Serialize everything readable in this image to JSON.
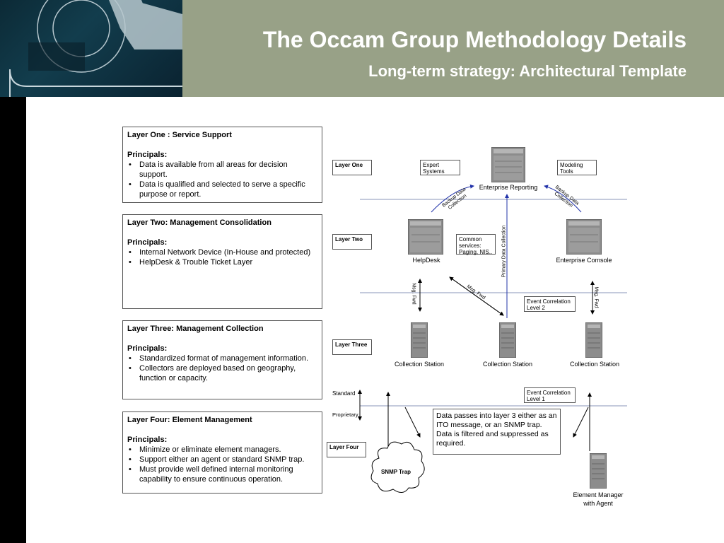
{
  "header": {
    "title": "The Occam Group Methodology Details",
    "subtitle": "Long-term strategy: Architectural Template"
  },
  "layers": [
    {
      "title": "Layer One : Service Support",
      "principals": "Principals:",
      "bullets": [
        "Data is available from all areas for decision support.",
        "Data is qualified and selected to serve a specific purpose or report."
      ]
    },
    {
      "title": "Layer Two:  Management Consolidation",
      "principals": "Principals:",
      "bullets": [
        "Internal Network Device (In-House and protected)",
        "HelpDesk & Trouble Ticket Layer"
      ]
    },
    {
      "title": "Layer Three:  Management Collection",
      "principals": "Principals:",
      "bullets": [
        "Standardized format of management information.",
        "Collectors are deployed based on geography, function or capacity."
      ]
    },
    {
      "title": "Layer Four:  Element Management",
      "principals": "Principals:",
      "bullets": [
        "Minimize or eliminate element managers.",
        "Support either an agent or standard SNMP trap.",
        "Must provide well defined internal monitoring capability to ensure continuous operation."
      ]
    }
  ],
  "diagram": {
    "layer_labels": [
      "Layer One",
      "Layer Two",
      "Layer Three",
      "Layer Four"
    ],
    "expert_systems": "Expert Systems",
    "modeling_tools": "Modeling Tools",
    "enterprise_reporting": "Enterprise Reporting",
    "backup_left": "Backup Data Collection",
    "backup_right": "Backup Data Collection",
    "primary_collection": "Primary Data Collection",
    "helpdesk": "HelpDesk",
    "common_services": "Common services: Paging, NIS..",
    "enterprise_console": "Enterprise Comsole",
    "msg_fwd_left": "Msg. Fwd",
    "msg_fwd_center": "Msg. Fwd",
    "msg_fwd_right": "Msg. Fwd",
    "event_corr_2": "Event Correlation Level 2",
    "collection_station": "Collection Station",
    "standard": "Standard",
    "proprietary": "Proprietary",
    "event_corr_1": "Event Correlation Level 1",
    "snmp_trap": "SNMP Trap",
    "note": "Data passes into layer 3 either as an ITO message, or an SNMP trap.  Data is filtered and suppressed as required.",
    "element_manager": "Element Manager with Agent"
  },
  "colors": {
    "header_bg": "#98a187",
    "arrow_blue": "#2233aa",
    "divider": "#8a96b8"
  }
}
